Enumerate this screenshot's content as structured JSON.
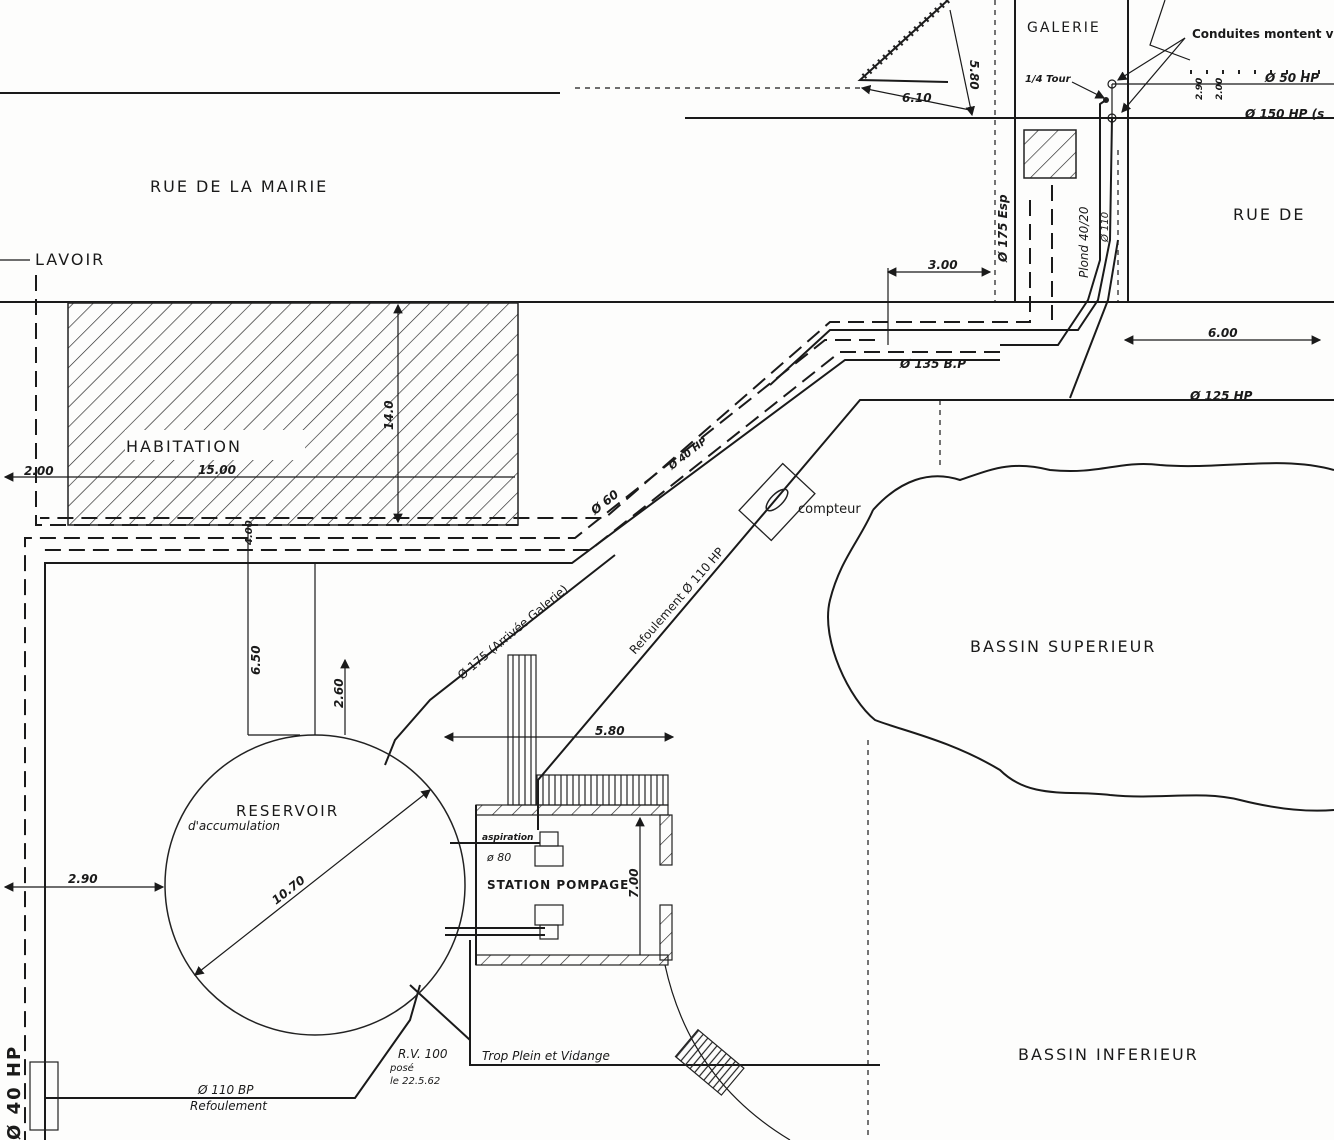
{
  "plan": {
    "streets": {
      "rue_mairie": "RUE DE  LA MAIRIE",
      "rue_de": "RUE  DE"
    },
    "buildings": {
      "galerie": "GALERIE",
      "lavoir": "LAVOIR",
      "habitation": "HABITATION",
      "reservoir": "RESERVOIR",
      "reservoir_sub": "d'accumulation",
      "station": "STATION POMPAGE",
      "bassin_sup": "BASSIN   SUPERIEUR",
      "bassin_inf": "BASSIN   INFERIEUR",
      "compteur": "compteur"
    },
    "pipes": {
      "conduites": "Conduites montent v",
      "quart_tour": "1/4 Tour",
      "d50hp": "Ø 50 HP",
      "d150hp": "Ø 150 HP (s",
      "d175esp": "Ø 175 Esp",
      "plond": "Plond 40/20",
      "d110": "Ø 110",
      "d135bp": "Ø 135 B.P",
      "d125hp": "Ø 125 HP",
      "d60": "Ø 60",
      "d40hp_diag": "Ø 40 HP",
      "d175_arrivee": "Ø 175 (Arrivée Galerie)",
      "refoulement_110hp": "Refoulement  Ø 110 HP",
      "aspiration": "aspiration",
      "d80": "ø 80",
      "rv100": "R.V. 100",
      "pose": "posé",
      "pose_date": "le 22.5.62",
      "trop_plein": "Trop Plein et Vidange",
      "d110bp": "Ø 110  BP",
      "refoulement": "Refoulement",
      "d40hp_left": "Ø 40 HP"
    },
    "dimensions": {
      "d580_top": "5.80",
      "d610": "6.10",
      "d290_top": "2.90",
      "d200_top": "2.00",
      "d300": "3.00",
      "d600": "6.00",
      "d1500": "15.00",
      "d140": "14.0",
      "d200_left": "2.00",
      "d400": "4.00",
      "d650": "6.50",
      "d260": "2.60",
      "d580_station": "5.80",
      "d700": "7.00",
      "d290_left": "2.90",
      "d1070": "10.70"
    }
  }
}
